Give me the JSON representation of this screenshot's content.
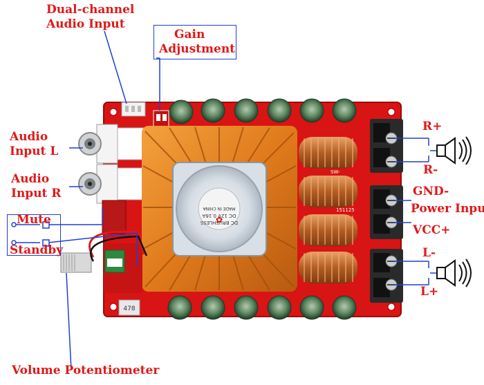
{
  "labels": {
    "dual_channel": [
      "Dual-channel",
      "Audio Input"
    ],
    "gain": [
      "Gain",
      "Adjustment"
    ],
    "audio_l": [
      "Audio",
      "Input L"
    ],
    "audio_r": [
      "Audio",
      "Input R"
    ],
    "mute": "Mute",
    "standby": "Standby",
    "volume": "Volume Potentiometer",
    "r_plus": "R+",
    "r_minus": "R-",
    "gnd": "GND-",
    "power_input": "Power Input",
    "vcc": "VCC+",
    "l_minus": "L-",
    "l_plus": "L+"
  },
  "board": {
    "fan_text": [
      "DC BRUSHLESS",
      "DC 12V 0.16A",
      "MADE IN CHINA"
    ],
    "inductor_codes": [
      "SW-",
      "151125"
    ],
    "resistor_code": "478"
  },
  "colors": {
    "label": "#e01818",
    "leader": "#1f3fd0",
    "pcb": "#d91414",
    "heatsink": "#e07a1c",
    "copper": "#c8702a"
  }
}
